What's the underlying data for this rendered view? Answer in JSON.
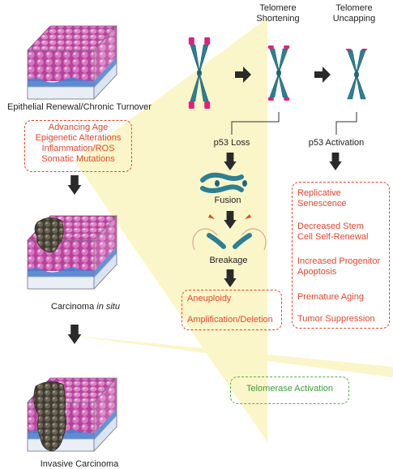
{
  "stages": {
    "renewal": "Epithelial Renewal/Chronic Turnover",
    "cis_prefix": "Carcinoma ",
    "cis_italic": "in situ",
    "invasive": "Invasive Carcinoma"
  },
  "factors": [
    "Advancing Age",
    "Epigenetic Alterations",
    "Inflammation/ROS",
    "Somatic Mutations"
  ],
  "telomere": {
    "shortening": [
      "Telomere",
      "Shortening"
    ],
    "uncapping": [
      "Telomere",
      "Uncapping"
    ]
  },
  "p53": {
    "loss": "p53 Loss",
    "activation": "p53 Activation"
  },
  "events": {
    "fusion": "Fusion",
    "breakage": "Breakage"
  },
  "instability_outcomes": [
    "Aneuploidy",
    "Amplification/Deletion"
  ],
  "activation_outcomes": [
    [
      "Replicative",
      "Senescence"
    ],
    [
      "Decreased Stem",
      "Cell Self-Renewal"
    ],
    [
      "Increased Progenitor",
      "Apoptosis"
    ],
    [
      "Premature Aging"
    ],
    [
      "Tumor Suppression"
    ]
  ],
  "telomerase": "Telomerase Activation",
  "colors": {
    "chromatid": "#2d7f93",
    "telomere_cap": "#e0227e",
    "highlight": "#fbf6c6",
    "tissue_pink": "#c24fa5",
    "tissue_blue": "#4a7fcf",
    "tumor": "#5b5648",
    "outcome_red": "#e2452f",
    "telomerase_green": "#3e9a3e"
  }
}
